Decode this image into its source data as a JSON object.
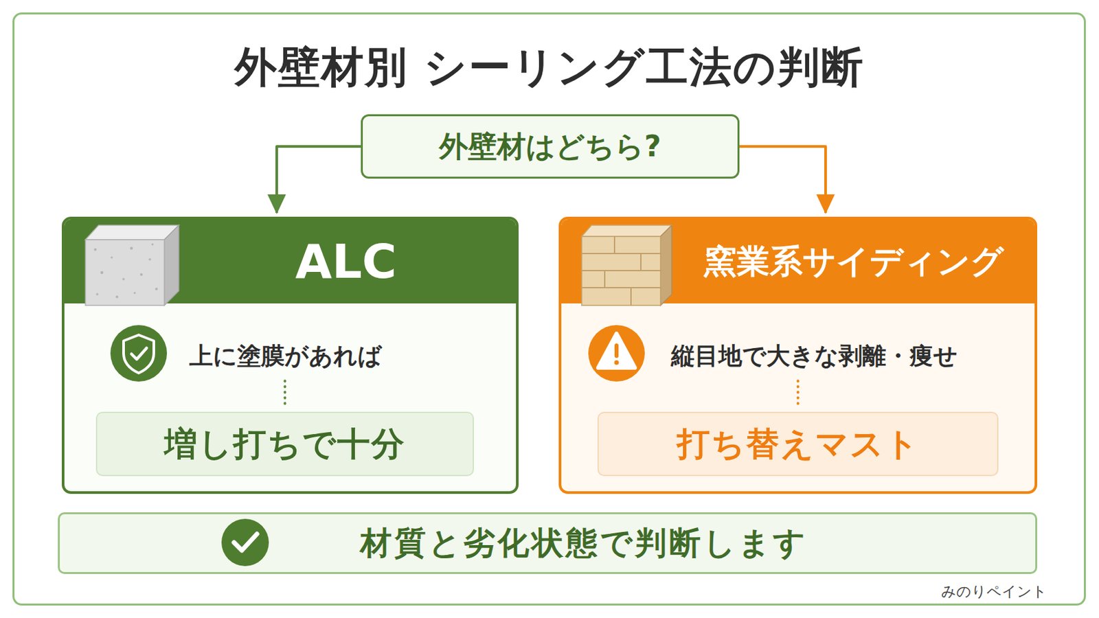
{
  "diagram": {
    "title": "外壁材別 シーリング工法の判断",
    "nodes": [
      {
        "text": [
          "外壁材はどちら?"
        ]
      },
      {
        "text": [
          "ALC",
          "上に塗膜があれば"
        ]
      },
      {
        "text": [
          "増し打ちで十分"
        ],
        "in": 1
      },
      {
        "text": [
          "窯業系サイディング",
          "縦目地で大きな剥離・痩せ"
        ]
      },
      {
        "text": [
          "打ち替えマスト"
        ],
        "in": 3
      },
      {
        "text": [
          "材質と劣化状態で判断します"
        ]
      }
    ],
    "edges": [
      {
        "from": 0,
        "to": 1,
        "arrow": "to"
      },
      {
        "from": 0,
        "to": 3,
        "arrow": "to"
      },
      {
        "from": 1,
        "to": 2,
        "arrow": "none"
      },
      {
        "from": 3,
        "to": 4,
        "arrow": "none"
      }
    ],
    "labels": [
      "みのりペイント"
    ]
  }
}
